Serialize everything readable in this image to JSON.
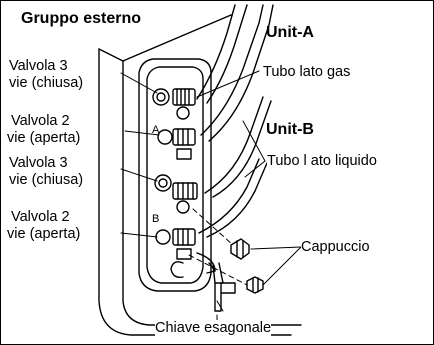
{
  "diagram": {
    "title": "Gruppo esterno",
    "unit_a": "Unit-A",
    "unit_b": "Unit-B",
    "valve_a_3way_line1": "Valvola 3",
    "valve_a_3way_line2": "vie (chiusa)",
    "valve_a_2way_line1": "Valvola 2",
    "valve_a_2way_line2": "vie (aperta)",
    "valve_b_3way_line1": "Valvola 3",
    "valve_b_3way_line2": "vie (chiusa)",
    "valve_b_2way_line1": "Valvola 2",
    "valve_b_2way_line2": "vie (aperta)",
    "gas_pipe": "Tubo lato gas",
    "liquid_pipe": "Tubo l ato liquido",
    "cap": "Cappuccio",
    "hex_wrench": "Chiave esagonale",
    "letter_a": "A",
    "letter_b": "B"
  }
}
